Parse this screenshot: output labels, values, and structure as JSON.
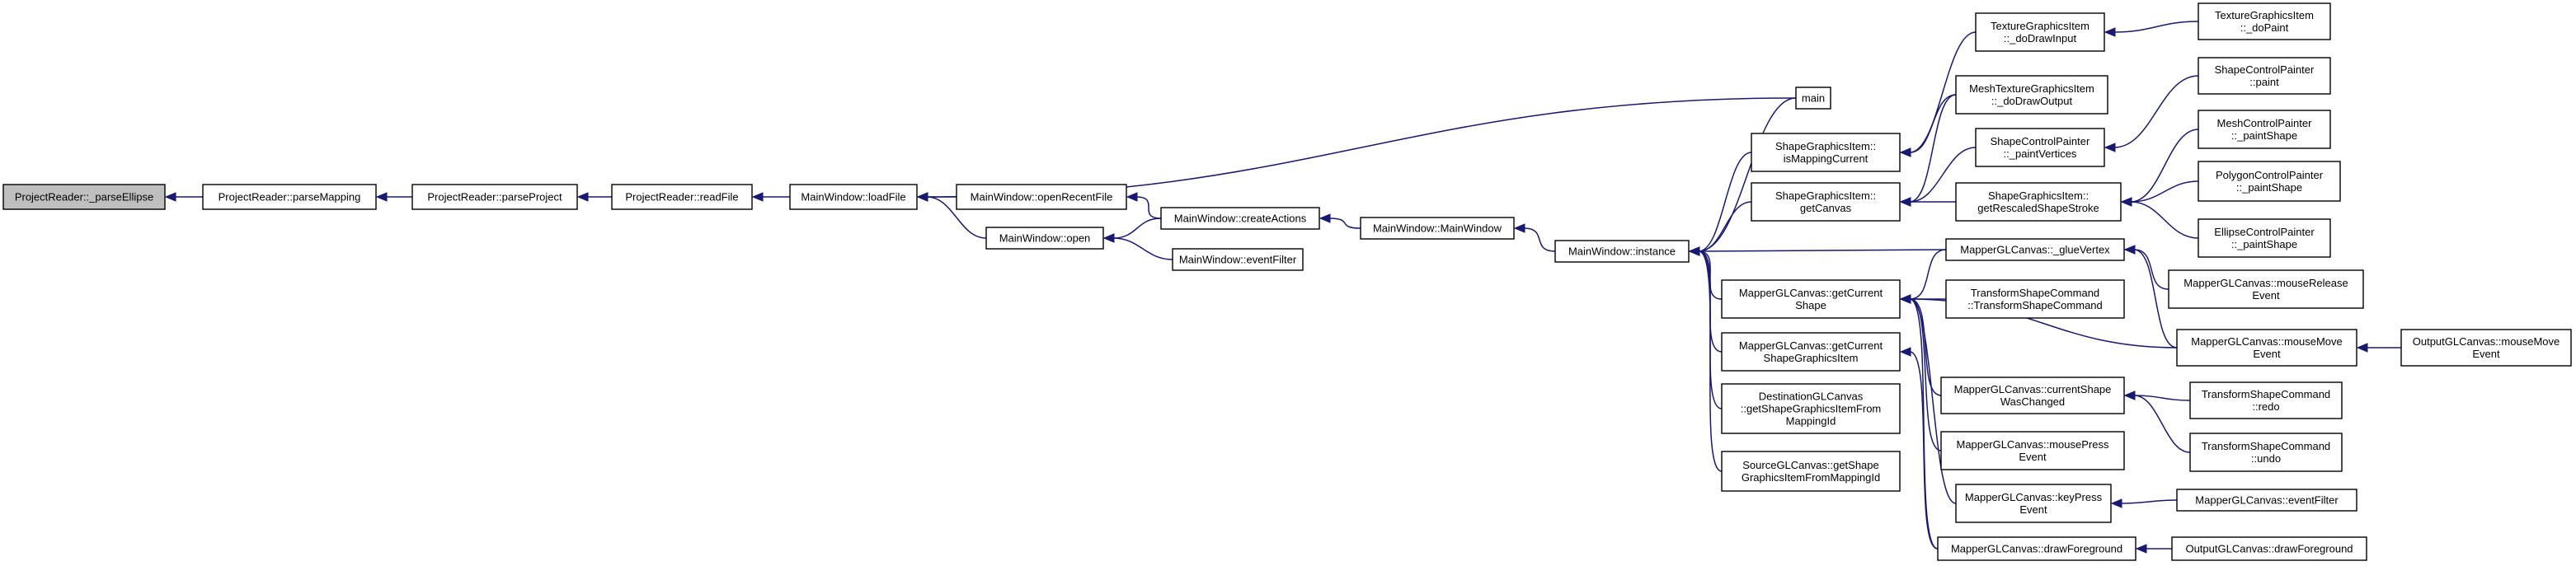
{
  "diagram": {
    "edge_color": "#191970",
    "root_fill": "#bfbfbf",
    "nodes": {
      "parse_ellipse": [
        "ProjectReader::_parseEllipse"
      ],
      "parse_mapping": [
        "ProjectReader::parseMapping"
      ],
      "parse_project": [
        "ProjectReader::parseProject"
      ],
      "read_file": [
        "ProjectReader::readFile"
      ],
      "load_file": [
        "MainWindow::loadFile"
      ],
      "main": [
        "main"
      ],
      "open_recent_file": [
        "MainWindow::openRecentFile"
      ],
      "open": [
        "MainWindow::open"
      ],
      "create_actions": [
        "MainWindow::createActions"
      ],
      "event_filter": [
        "MainWindow::eventFilter"
      ],
      "main_window_ctor": [
        "MainWindow::MainWindow"
      ],
      "instance": [
        "MainWindow::instance"
      ],
      "is_mapping_current": [
        "ShapeGraphicsItem::",
        "isMappingCurrent"
      ],
      "get_canvas": [
        "ShapeGraphicsItem::",
        "getCanvas"
      ],
      "get_current_shape": [
        "MapperGLCanvas::getCurrent",
        "Shape"
      ],
      "get_current_shape_graphics_item": [
        "MapperGLCanvas::getCurrent",
        "ShapeGraphicsItem"
      ],
      "destination_get_shape": [
        "DestinationGLCanvas",
        "::getShapeGraphicsItemFrom",
        "MappingId"
      ],
      "source_get_shape": [
        "SourceGLCanvas::getShape",
        "GraphicsItemFromMappingId"
      ],
      "texture_do_draw_input": [
        "TextureGraphicsItem",
        "::_doDrawInput"
      ],
      "mesh_texture_do_draw_output": [
        "MeshTextureGraphicsItem",
        "::_doDrawOutput"
      ],
      "paint_vertices": [
        "ShapeControlPainter",
        "::_paintVertices"
      ],
      "get_rescaled_shape_stroke": [
        "ShapeGraphicsItem::",
        "getRescaledShapeStroke"
      ],
      "glue_vertex": [
        "MapperGLCanvas::_glueVertex"
      ],
      "transform_shape_command_ctor": [
        "TransformShapeCommand",
        "::TransformShapeCommand"
      ],
      "current_shape_was_changed": [
        "MapperGLCanvas::currentShape",
        "WasChanged"
      ],
      "mouse_press_event": [
        "MapperGLCanvas::mousePress",
        "Event"
      ],
      "key_press_event": [
        "MapperGLCanvas::keyPress",
        "Event"
      ],
      "draw_foreground": [
        "MapperGLCanvas::drawForeground"
      ],
      "texture_do_paint": [
        "TextureGraphicsItem",
        "::_doPaint"
      ],
      "shape_control_paint": [
        "ShapeControlPainter",
        "::paint"
      ],
      "mesh_paint_shape": [
        "MeshControlPainter",
        "::_paintShape"
      ],
      "polygon_paint_shape": [
        "PolygonControlPainter",
        "::_paintShape"
      ],
      "ellipse_paint_shape": [
        "EllipseControlPainter",
        "::_paintShape"
      ],
      "mouse_release_event": [
        "MapperGLCanvas::mouseRelease",
        "Event"
      ],
      "mouse_move_event": [
        "MapperGLCanvas::mouseMove",
        "Event"
      ],
      "transform_redo": [
        "TransformShapeCommand",
        "::redo"
      ],
      "transform_undo": [
        "TransformShapeCommand",
        "::undo"
      ],
      "mapper_event_filter": [
        "MapperGLCanvas::eventFilter"
      ],
      "output_draw_foreground": [
        "OutputGLCanvas::drawForeground"
      ],
      "output_mouse_move_event": [
        "OutputGLCanvas::mouseMove",
        "Event"
      ]
    },
    "edges": [
      [
        "parse_mapping",
        "parse_ellipse"
      ],
      [
        "parse_project",
        "parse_mapping"
      ],
      [
        "read_file",
        "parse_project"
      ],
      [
        "load_file",
        "read_file"
      ],
      [
        "main",
        "load_file"
      ],
      [
        "open_recent_file",
        "load_file"
      ],
      [
        "open",
        "load_file"
      ],
      [
        "create_actions",
        "open_recent_file"
      ],
      [
        "create_actions",
        "open"
      ],
      [
        "event_filter",
        "open"
      ],
      [
        "main_window_ctor",
        "create_actions"
      ],
      [
        "instance",
        "main_window_ctor"
      ],
      [
        "main",
        "instance"
      ],
      [
        "is_mapping_current",
        "instance"
      ],
      [
        "get_canvas",
        "instance"
      ],
      [
        "glue_vertex",
        "instance"
      ],
      [
        "get_current_shape",
        "instance"
      ],
      [
        "get_current_shape_graphics_item",
        "instance"
      ],
      [
        "destination_get_shape",
        "instance"
      ],
      [
        "source_get_shape",
        "instance"
      ],
      [
        "texture_do_draw_input",
        "is_mapping_current"
      ],
      [
        "mesh_texture_do_draw_output",
        "is_mapping_current"
      ],
      [
        "mesh_texture_do_draw_output",
        "get_canvas"
      ],
      [
        "paint_vertices",
        "get_canvas"
      ],
      [
        "get_rescaled_shape_stroke",
        "get_canvas"
      ],
      [
        "glue_vertex",
        "get_current_shape"
      ],
      [
        "transform_shape_command_ctor",
        "get_current_shape"
      ],
      [
        "current_shape_was_changed",
        "get_current_shape"
      ],
      [
        "mouse_press_event",
        "get_current_shape"
      ],
      [
        "key_press_event",
        "get_current_shape"
      ],
      [
        "draw_foreground",
        "get_current_shape"
      ],
      [
        "mouse_move_event",
        "get_current_shape"
      ],
      [
        "draw_foreground",
        "get_current_shape_graphics_item"
      ],
      [
        "texture_do_paint",
        "texture_do_draw_input"
      ],
      [
        "shape_control_paint",
        "paint_vertices"
      ],
      [
        "mesh_paint_shape",
        "get_rescaled_shape_stroke"
      ],
      [
        "polygon_paint_shape",
        "get_rescaled_shape_stroke"
      ],
      [
        "ellipse_paint_shape",
        "get_rescaled_shape_stroke"
      ],
      [
        "mouse_release_event",
        "glue_vertex"
      ],
      [
        "mouse_move_event",
        "glue_vertex"
      ],
      [
        "output_mouse_move_event",
        "mouse_move_event"
      ],
      [
        "transform_redo",
        "current_shape_was_changed"
      ],
      [
        "transform_undo",
        "current_shape_was_changed"
      ],
      [
        "mapper_event_filter",
        "key_press_event"
      ],
      [
        "output_draw_foreground",
        "draw_foreground"
      ]
    ]
  }
}
